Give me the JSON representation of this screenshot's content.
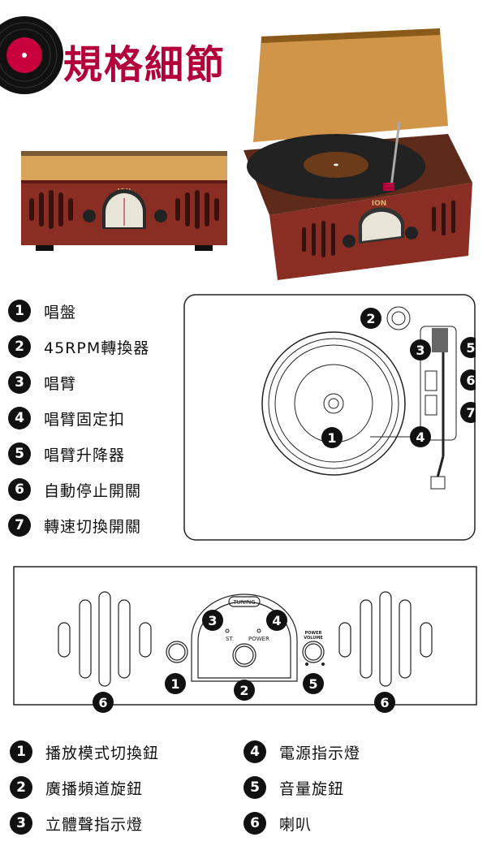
{
  "header": {
    "title": "規格細節",
    "record_icon": "vinyl-record-icon"
  },
  "photos": {
    "front_logo": "ION",
    "side_logo": "ION"
  },
  "top_parts": [
    {
      "num": "1",
      "label": "唱盤"
    },
    {
      "num": "2",
      "label": "45RPM轉換器"
    },
    {
      "num": "3",
      "label": "唱臂"
    },
    {
      "num": "4",
      "label": "唱臂固定扣"
    },
    {
      "num": "5",
      "label": "唱臂升降器"
    },
    {
      "num": "6",
      "label": "自動停止開關"
    },
    {
      "num": "7",
      "label": "轉速切換開關"
    }
  ],
  "top_diagram": {
    "callouts": [
      "1",
      "2",
      "3",
      "4",
      "5",
      "6",
      "7"
    ]
  },
  "front_diagram": {
    "tuning_label": "TUNING",
    "st_label": "ST.",
    "power_label": "POWER",
    "volume_label_1": "POWER",
    "volume_label_2": "VOLUME",
    "callouts": [
      "1",
      "2",
      "3",
      "4",
      "5",
      "6",
      "6"
    ]
  },
  "front_parts_left": [
    {
      "num": "1",
      "label": "播放模式切換鈕"
    },
    {
      "num": "2",
      "label": "廣播頻道旋鈕"
    },
    {
      "num": "3",
      "label": "立體聲指示燈"
    }
  ],
  "front_parts_right": [
    {
      "num": "4",
      "label": "電源指示燈"
    },
    {
      "num": "5",
      "label": "音量旋鈕"
    },
    {
      "num": "6",
      "label": "喇叭"
    }
  ],
  "colors": {
    "title": "#b3003a",
    "wood": "#8a2e24",
    "wood_dark": "#5e1b15",
    "badge": "#111111",
    "lid": "#c9822a"
  }
}
